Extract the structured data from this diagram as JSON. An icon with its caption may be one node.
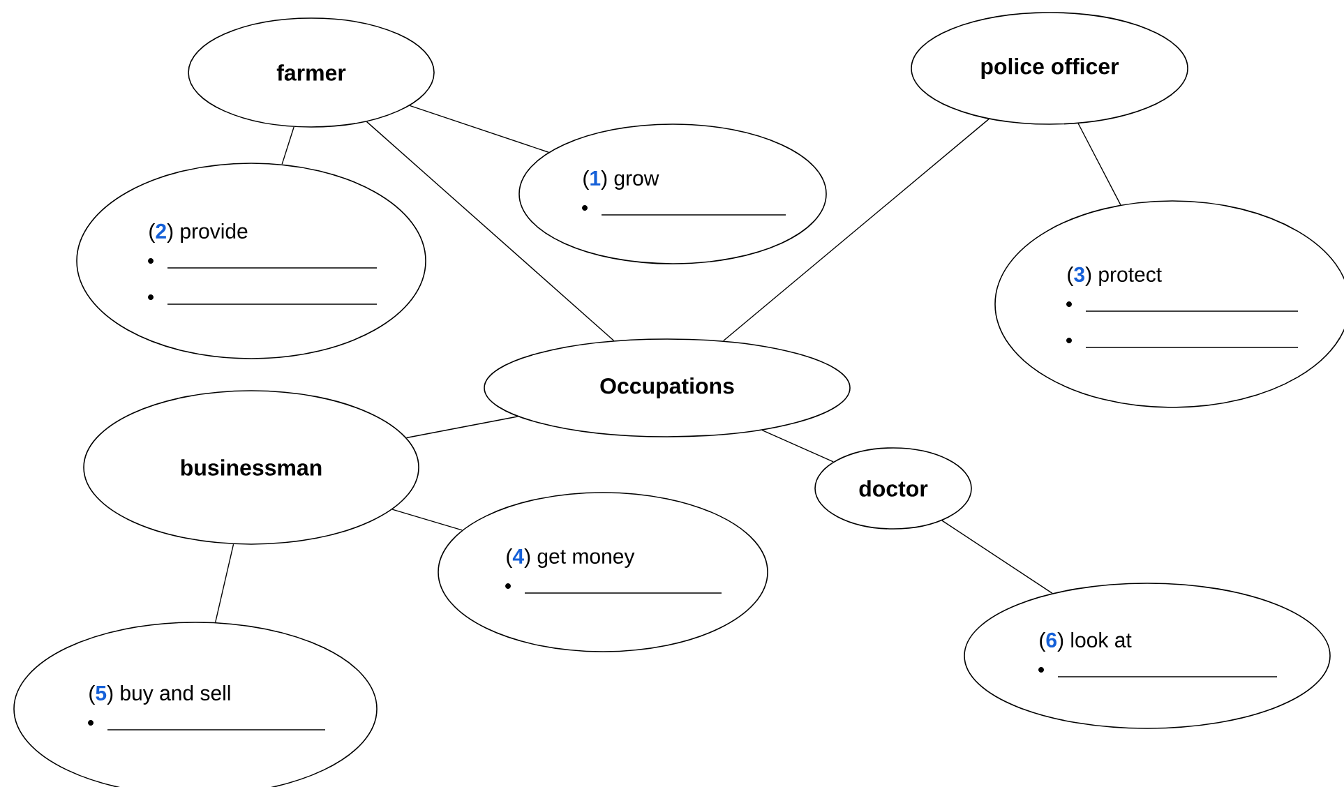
{
  "diagram": {
    "nodes": [
      {
        "text": [
          "farmer"
        ]
      },
      {
        "text": [
          "police officer"
        ]
      },
      {
        "text": [
          "(**1**) grow"
        ]
      },
      {
        "text": [
          "(**2**) provide"
        ]
      },
      {
        "text": [
          "Occupations"
        ]
      },
      {
        "text": [
          "(**3**) protect"
        ]
      },
      {
        "text": [
          "businessman"
        ]
      },
      {
        "text": [
          "doctor"
        ]
      },
      {
        "text": [
          "(**4**) get money"
        ]
      },
      {
        "text": [
          "(**6**) look at"
        ]
      },
      {
        "text": [
          "(**5**) buy and sell"
        ]
      }
    ],
    "edges": [
      {
        "from": 0,
        "to": 3,
        "arrow": "none"
      },
      {
        "from": 0,
        "to": 2,
        "arrow": "none"
      },
      {
        "from": 0,
        "to": 4,
        "arrow": "none"
      },
      {
        "from": 1,
        "to": 5,
        "arrow": "none"
      },
      {
        "from": 1,
        "to": 4,
        "arrow": "none"
      },
      {
        "from": 4,
        "to": 6,
        "arrow": "none"
      },
      {
        "from": 4,
        "to": 7,
        "arrow": "none"
      },
      {
        "from": 6,
        "to": 8,
        "arrow": "none"
      },
      {
        "from": 6,
        "to": 10,
        "arrow": "none"
      },
      {
        "from": 7,
        "to": 9,
        "arrow": "none"
      }
    ]
  }
}
